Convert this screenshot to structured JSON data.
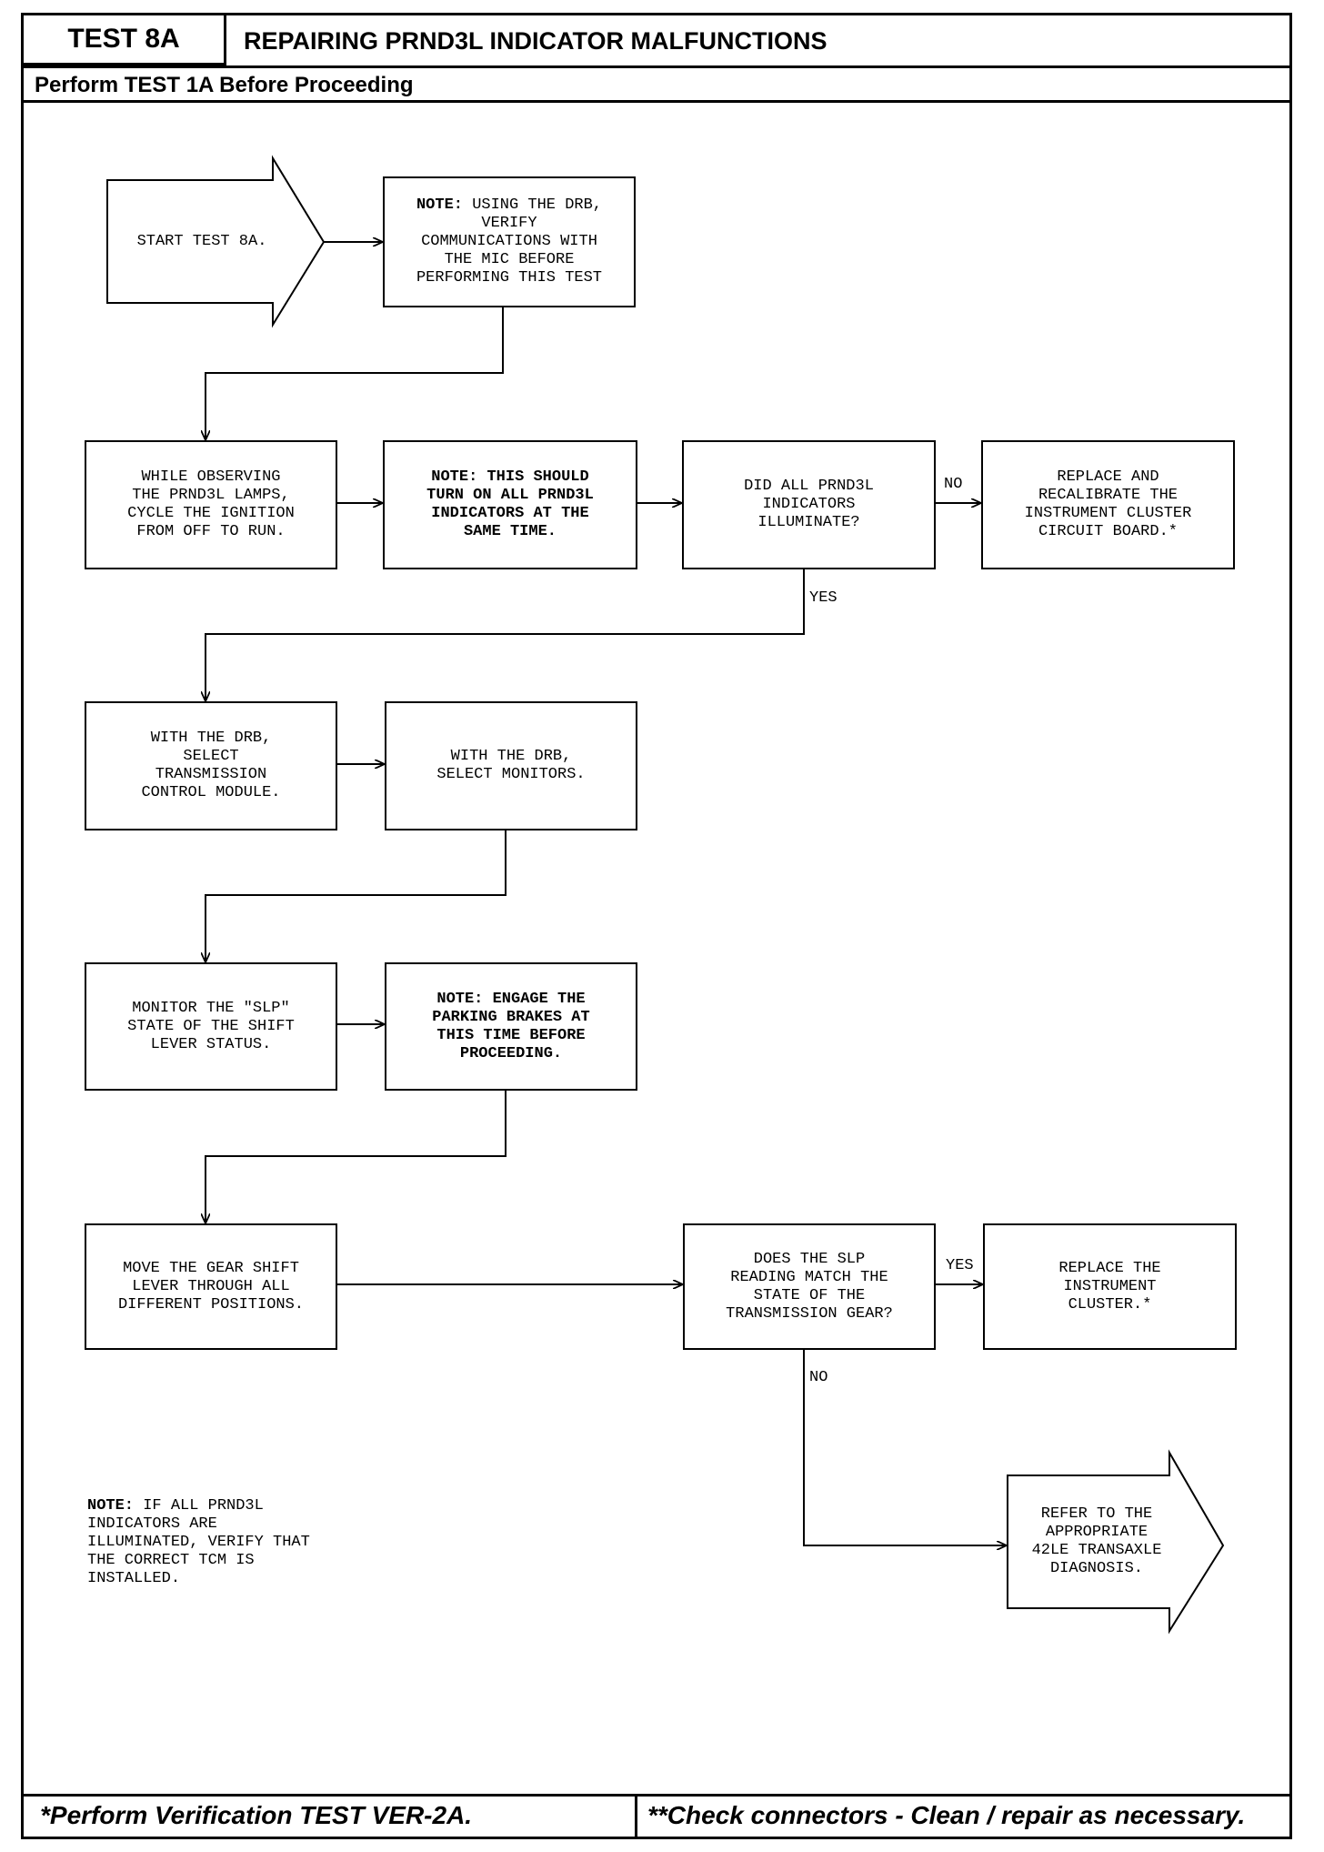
{
  "header": {
    "test_id": "TEST 8A",
    "title": "REPAIRING PRND3L INDICATOR MALFUNCTIONS",
    "prerequisite": "Perform TEST 1A Before Proceeding"
  },
  "flowchart": {
    "start": "START TEST 8A.",
    "note1": {
      "prefix": "NOTE:",
      "text": "USING THE DRB,\nVERIFY\nCOMMUNICATIONS WITH\nTHE MIC BEFORE\nPERFORMING THIS TEST"
    },
    "step_cycle_ignition": "WHILE OBSERVING\nTHE PRND3L LAMPS,\nCYCLE THE IGNITION\nFROM OFF TO RUN.",
    "note2": "NOTE: THIS SHOULD\nTURN ON ALL PRND3L\nINDICATORS AT THE\nSAME TIME.",
    "decision1": "DID ALL PRND3L\nINDICATORS\nILLUMINATE?",
    "replace_board": "REPLACE AND\nRECALIBRATE THE\nINSTRUMENT CLUSTER\nCIRCUIT BOARD.*",
    "select_tcm": "WITH THE DRB,\nSELECT\nTRANSMISSION\nCONTROL MODULE.",
    "select_monitors": "WITH THE DRB,\nSELECT MONITORS.",
    "monitor_slp": "MONITOR THE \"SLP\"\nSTATE OF THE SHIFT\nLEVER STATUS.",
    "note3": "NOTE: ENGAGE THE\nPARKING BRAKES AT\nTHIS TIME BEFORE\nPROCEEDING.",
    "move_lever": "MOVE THE GEAR SHIFT\nLEVER THROUGH ALL\nDIFFERENT POSITIONS.",
    "decision2": "DOES THE SLP\nREADING MATCH THE\nSTATE OF THE\nTRANSMISSION GEAR?",
    "replace_cluster": "REPLACE THE\nINSTRUMENT\nCLUSTER.*",
    "refer": "REFER TO THE\nAPPROPRIATE\n42LE TRANSAXLE\nDIAGNOSIS.",
    "side_note": {
      "prefix": "NOTE:",
      "text": "IF ALL PRND3L\nINDICATORS ARE\nILLUMINATED, VERIFY THAT\nTHE CORRECT TCM IS\nINSTALLED."
    },
    "labels": {
      "no1": "NO",
      "yes1": "YES",
      "yes2": "YES",
      "no2": "NO"
    }
  },
  "footer": {
    "left": "*Perform Verification TEST VER-2A.",
    "right": "**Check connectors - Clean / repair as necessary."
  }
}
